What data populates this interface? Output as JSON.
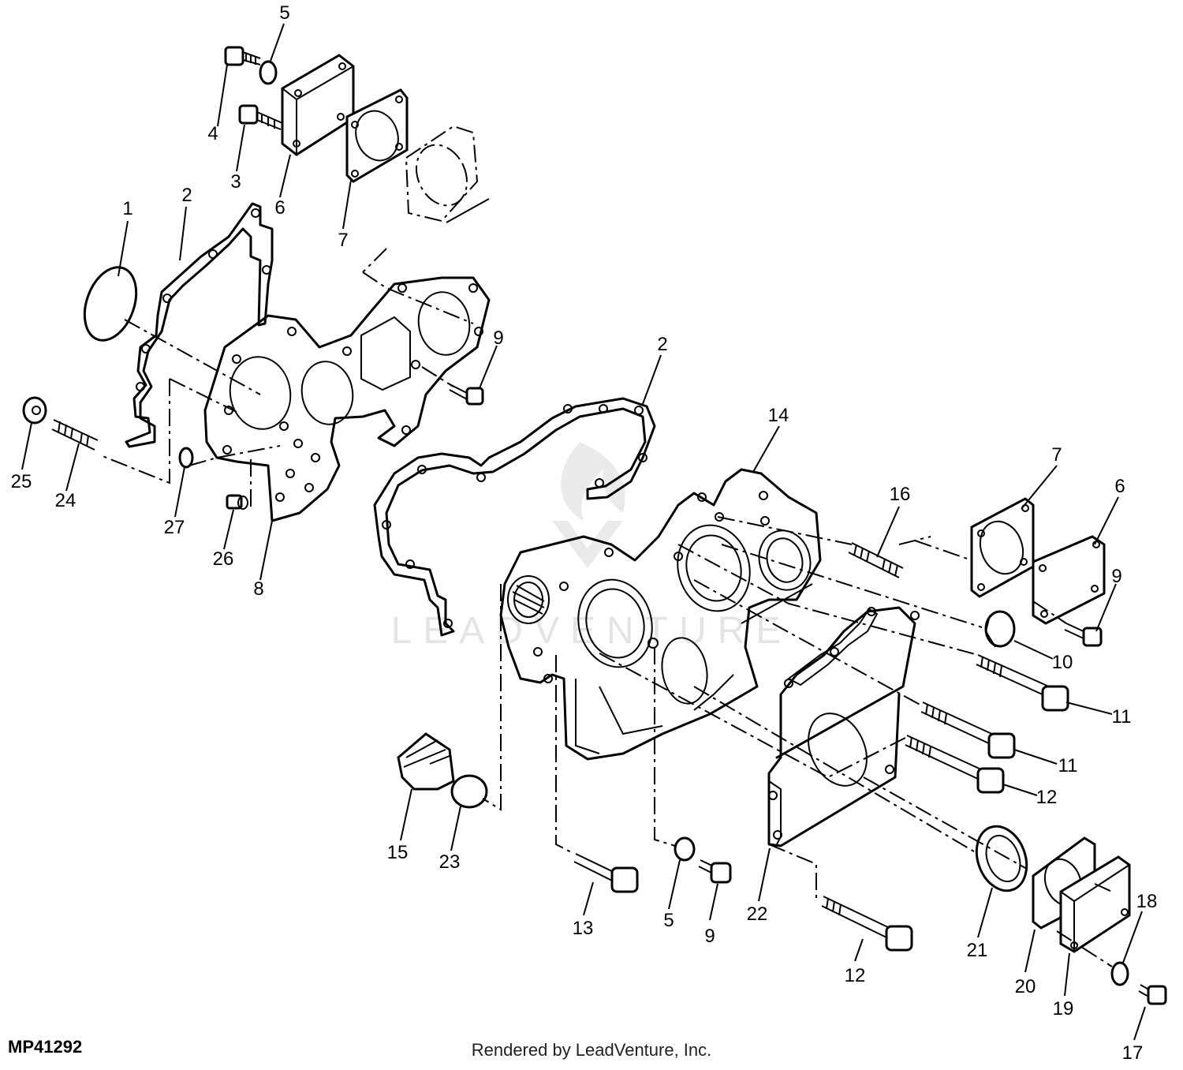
{
  "diagram": {
    "figure_code": "MP41292",
    "credit": "Rendered by LeadVenture, Inc.",
    "watermark": "LEADVENTURE",
    "callouts": [
      {
        "id": "1",
        "label": "1"
      },
      {
        "id": "2a",
        "label": "2"
      },
      {
        "id": "2b",
        "label": "2"
      },
      {
        "id": "3",
        "label": "3"
      },
      {
        "id": "4",
        "label": "4"
      },
      {
        "id": "5a",
        "label": "5"
      },
      {
        "id": "5b",
        "label": "5"
      },
      {
        "id": "6a",
        "label": "6"
      },
      {
        "id": "6b",
        "label": "6"
      },
      {
        "id": "7a",
        "label": "7"
      },
      {
        "id": "7b",
        "label": "7"
      },
      {
        "id": "8",
        "label": "8"
      },
      {
        "id": "9a",
        "label": "9"
      },
      {
        "id": "9b",
        "label": "9"
      },
      {
        "id": "9c",
        "label": "9"
      },
      {
        "id": "10",
        "label": "10"
      },
      {
        "id": "11a",
        "label": "11"
      },
      {
        "id": "11b",
        "label": "11"
      },
      {
        "id": "12a",
        "label": "12"
      },
      {
        "id": "12b",
        "label": "12"
      },
      {
        "id": "13",
        "label": "13"
      },
      {
        "id": "14",
        "label": "14"
      },
      {
        "id": "15",
        "label": "15"
      },
      {
        "id": "16",
        "label": "16"
      },
      {
        "id": "17",
        "label": "17"
      },
      {
        "id": "18",
        "label": "18"
      },
      {
        "id": "19",
        "label": "19"
      },
      {
        "id": "20",
        "label": "20"
      },
      {
        "id": "21",
        "label": "21"
      },
      {
        "id": "22",
        "label": "22"
      },
      {
        "id": "23",
        "label": "23"
      },
      {
        "id": "24",
        "label": "24"
      },
      {
        "id": "25",
        "label": "25"
      },
      {
        "id": "26",
        "label": "26"
      },
      {
        "id": "27",
        "label": "27"
      }
    ]
  }
}
